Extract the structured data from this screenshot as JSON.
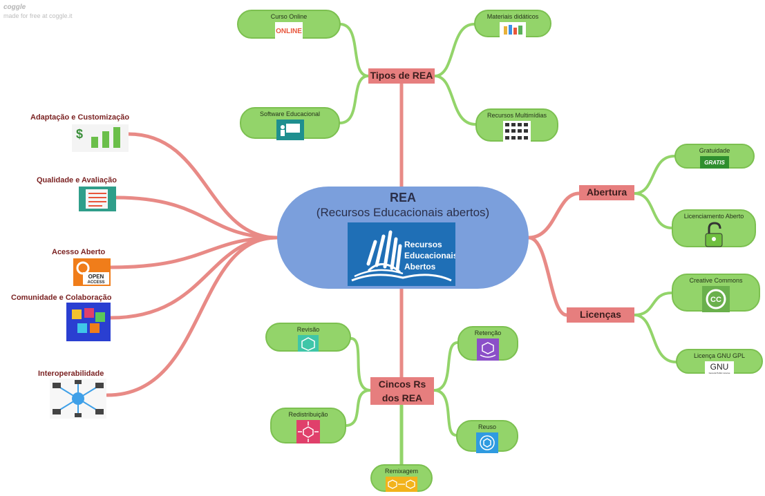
{
  "brand": {
    "name": "coggle",
    "tagline": "made for free at coggle.it"
  },
  "central": {
    "title": "REA",
    "subtitle": "(Recursos Educacionais abertos)",
    "logo_lines": [
      "Recursos",
      "Educacionais",
      "Abertos"
    ]
  },
  "hubs": {
    "tipos": "Tipos de REA",
    "abertura": "Abertura",
    "licencas": "Licenças",
    "cincos_line1": "Cincos Rs",
    "cincos_line2": "dos REA"
  },
  "tipos": {
    "curso_online": "Curso Online",
    "curso_online_badge": "ONLINE",
    "materiais": "Materiais didáticos",
    "software": "Software Educacional",
    "multimidias": "Recursos Multimídias"
  },
  "abertura": {
    "gratuidade": "Gratuidade",
    "gratuidade_badge": "GRATIS",
    "licenciamento": "Licenciamento Aberto"
  },
  "licencas": {
    "cc": "Creative Commons",
    "cc_badge": "CC",
    "gnu": "Licença GNU GPL",
    "gnu_badge": "GNU",
    "gnu_sub": "General Public License"
  },
  "cincos": {
    "revisao": "Revisão",
    "retencao": "Retenção",
    "redistribuicao": "Redistribuição",
    "reuso": "Reuso",
    "remixagem": "Remixagem"
  },
  "left": {
    "adaptacao": "Adaptação e Customização",
    "qualidade": "Qualidade e Avaliação",
    "acesso": "Acesso Aberto",
    "acesso_badge_1": "OPEN",
    "acesso_badge_2": "ACCESS",
    "comunidade": "Comunidade e Colaboração",
    "interop": "Interoperabilidade"
  },
  "colors": {
    "red_branch": "#e88a86",
    "green_branch": "#93d46a",
    "central": "#7b9fdc",
    "hub": "#e67e7e"
  }
}
